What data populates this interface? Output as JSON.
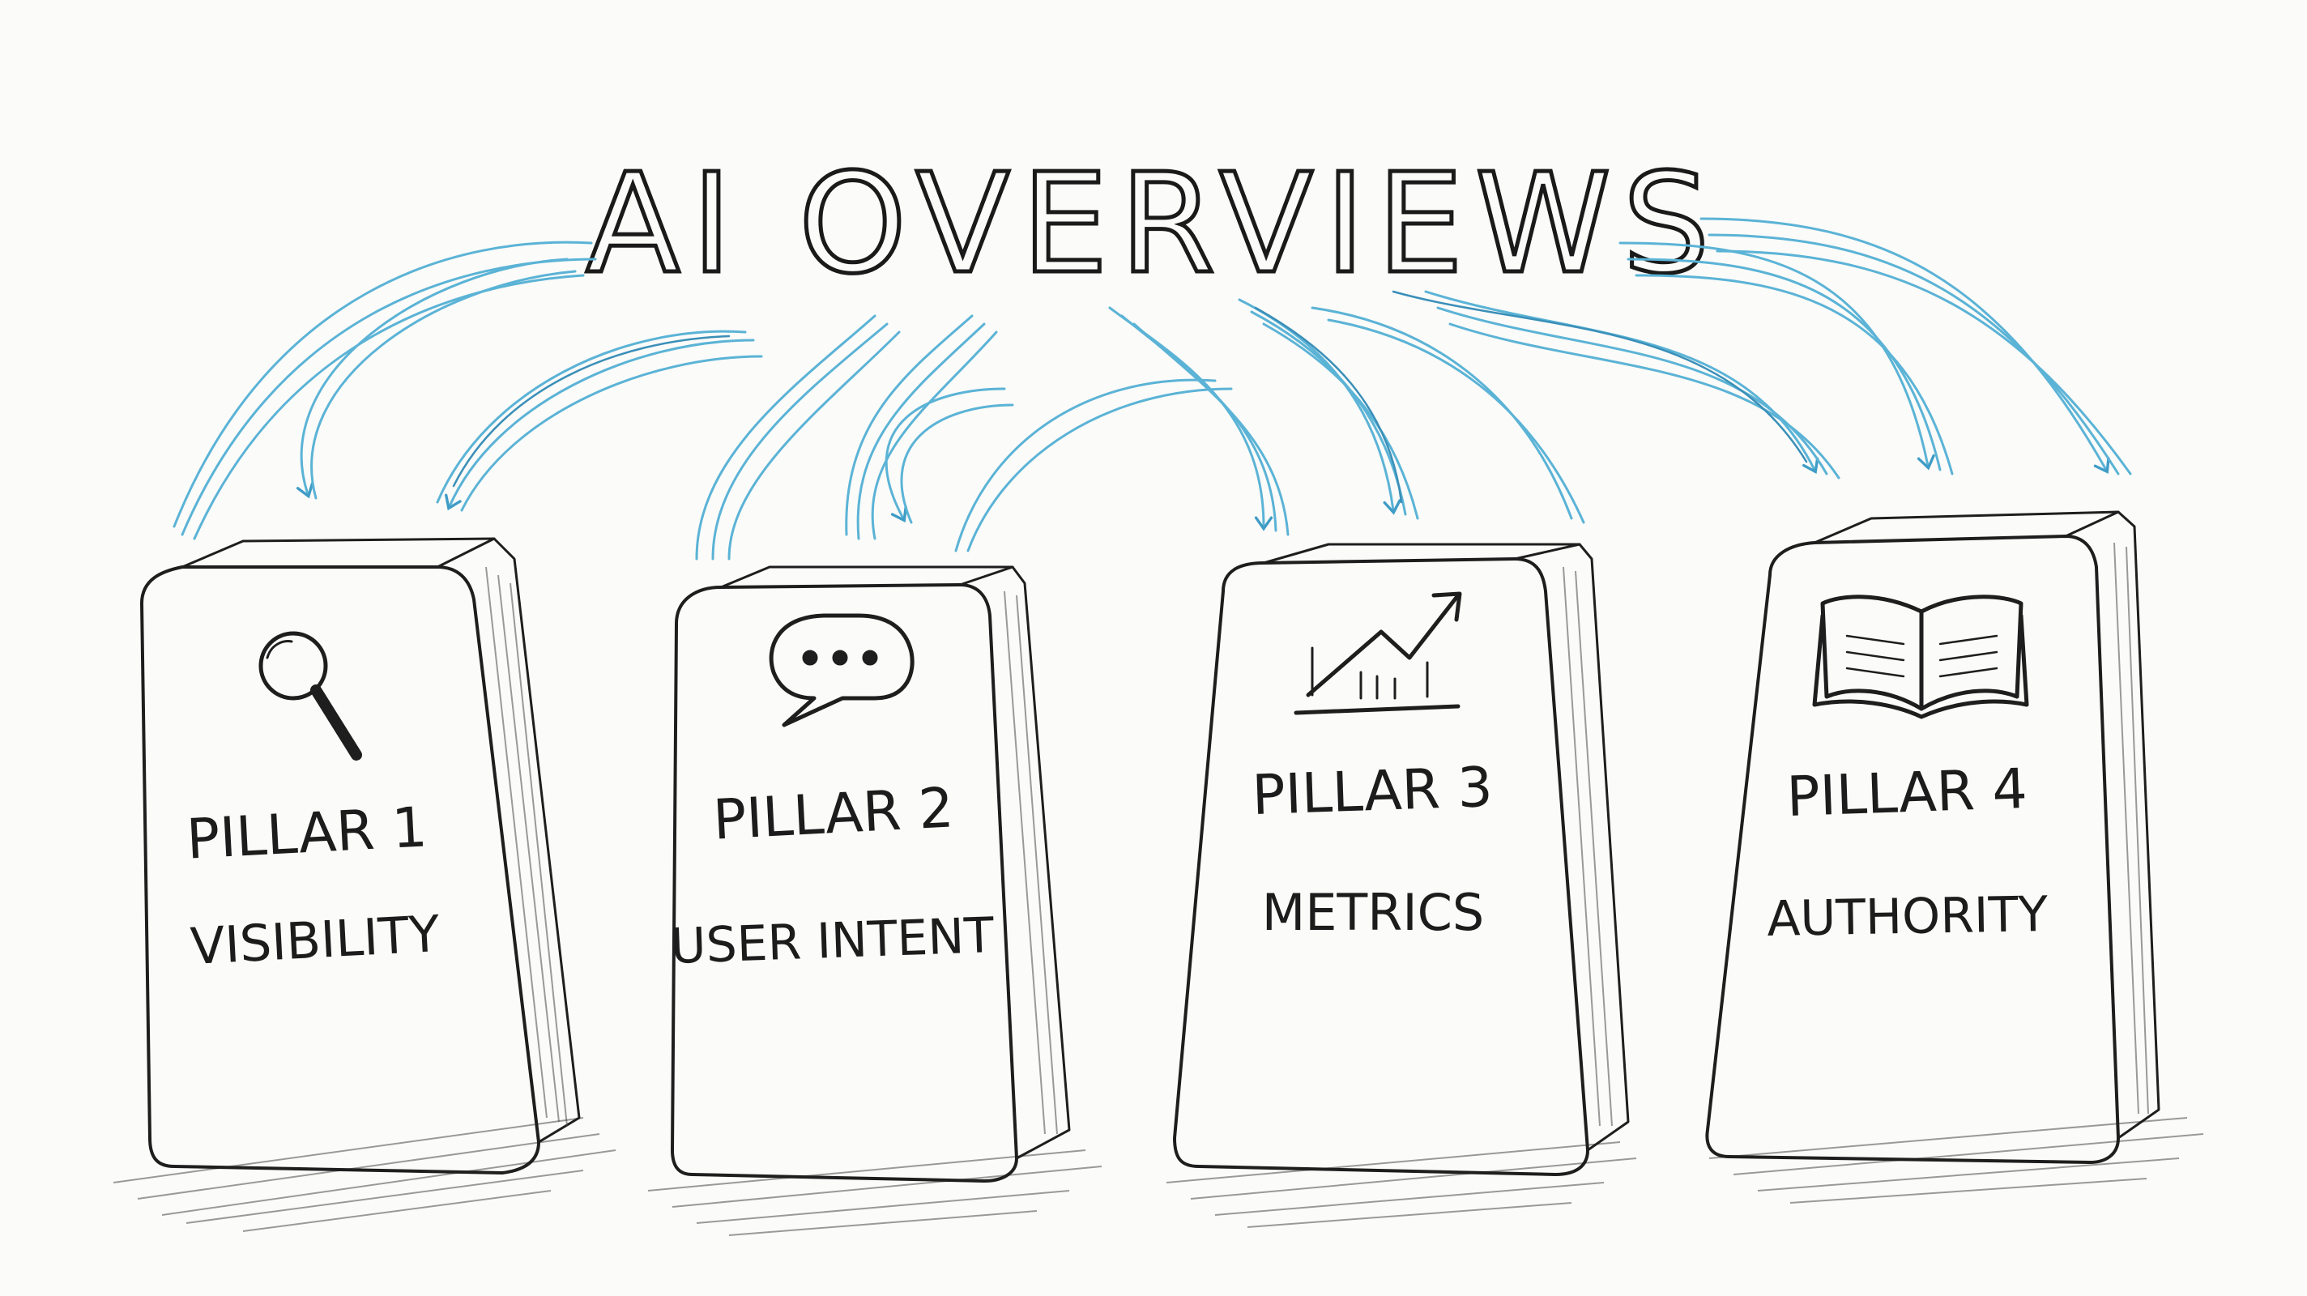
{
  "title": "AI OVERVIEWS",
  "colors": {
    "ink": "#1e1e1e",
    "arrow": "#5bb3d6",
    "arrow_dark": "#3a8fb8",
    "paper": "#fbfbf9"
  },
  "pillars": [
    {
      "number_label": "PILLAR 1",
      "name": "VISIBILITY",
      "icon": "magnifying-glass-icon"
    },
    {
      "number_label": "PILLAR 2",
      "name": "USER INTENT",
      "icon": "speech-bubble-icon"
    },
    {
      "number_label": "PILLAR 3",
      "name": "METRICS",
      "icon": "trend-chart-icon"
    },
    {
      "number_label": "PILLAR 4",
      "name": "AUTHORITY",
      "icon": "open-book-icon"
    }
  ]
}
